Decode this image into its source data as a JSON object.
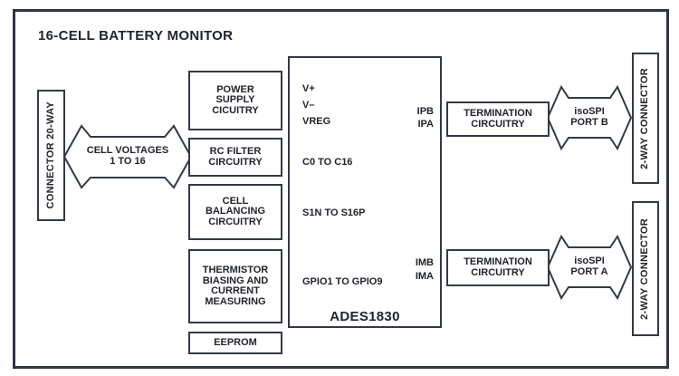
{
  "title": "16-CELL BATTERY MONITOR",
  "colors": {
    "line": "#333a46",
    "text": "#21242d",
    "background": "#ffffff"
  },
  "left": {
    "connector": "CONNECTOR 20-WAY",
    "arrow": "CELL VOLTAGES\n1 TO 16"
  },
  "blocks": {
    "power_supply": "POWER\nSUPPLY\nCICUITRY",
    "rc_filter": "RC FILTER\nCIRCUITRY",
    "cell_balancing": "CELL\nBALANCING\nCIRCUITRY",
    "thermistor": "THERMISTOR\nBIASING AND\nCURRENT\nMEASURING",
    "eeprom": "EEPROM"
  },
  "chip": {
    "part": "ADES1830",
    "supply_pins": "V+\nV–\nVREG",
    "cell_pins": "C0 TO C16",
    "balance_pins": "S1N TO S16P",
    "gpio_pins": "GPIO1 TO GPIO9",
    "port_b_pins": "IPB\nIPA",
    "port_a_pins": "IMB\nIMA"
  },
  "right": {
    "termination_b": "TERMINATION\nCIRCUITRY",
    "isospi_b": "isoSPI\nPORT B",
    "connector_b": "2-WAY CONNECTOR",
    "termination_a": "TERMINATION\nCIRCUITRY",
    "isospi_a": "isoSPI\nPORT A",
    "connector_a": "2-WAY CONNECTOR"
  }
}
